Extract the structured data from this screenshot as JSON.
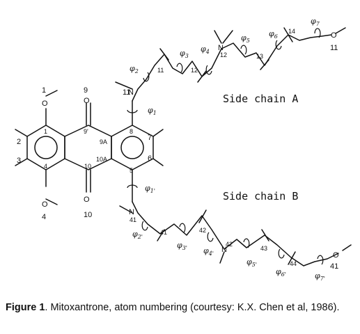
{
  "figure": {
    "ring_labels": {
      "o1": "1",
      "c9": "9",
      "c9p": "9'",
      "c9a": "9A",
      "c10a": "10A",
      "c10": "10",
      "o10": "10",
      "c1": "1",
      "c2": "2",
      "c3": "3",
      "c4": "4",
      "o4": "4",
      "c5": "5",
      "c6": "6",
      "c7": "7",
      "c8": "8"
    },
    "chain_a": {
      "label": "Side chain A",
      "atoms": {
        "n11": "N",
        "n11num": "11",
        "c11": "11",
        "c12": "12",
        "n12": "N",
        "n12num": "12",
        "c13": "13",
        "c14": "14",
        "o11": "11"
      },
      "torsions": [
        {
          "base": "φ",
          "sub": "1"
        },
        {
          "base": "φ",
          "sub": "2"
        },
        {
          "base": "φ",
          "sub": "3"
        },
        {
          "base": "φ",
          "sub": "4"
        },
        {
          "base": "φ",
          "sub": "5"
        },
        {
          "base": "φ",
          "sub": "6"
        },
        {
          "base": "φ",
          "sub": "7"
        }
      ]
    },
    "chain_b": {
      "label": "Side chain B",
      "atoms": {
        "n41": "N",
        "n41num": "41",
        "c41": "41",
        "c42": "42",
        "n42": "N",
        "n42num": "42",
        "c43": "43",
        "c44": "44",
        "o41": "41"
      },
      "torsions": [
        {
          "base": "φ",
          "sub": "1'"
        },
        {
          "base": "φ",
          "sub": "2'"
        },
        {
          "base": "φ",
          "sub": "3'"
        },
        {
          "base": "φ",
          "sub": "4'"
        },
        {
          "base": "φ",
          "sub": "5'"
        },
        {
          "base": "φ",
          "sub": "6'"
        },
        {
          "base": "φ",
          "sub": "7'"
        }
      ]
    }
  },
  "caption": {
    "label": "Figure 1",
    "text": ". Mitoxantrone, atom numbering (courtesy: K.X. Chen et al, 1986)."
  }
}
